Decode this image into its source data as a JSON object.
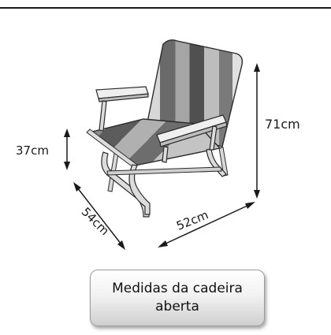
{
  "caption": {
    "text": "Medidas da cadeira aberta"
  },
  "dimensions": {
    "height": "71cm",
    "seat_height": "37cm",
    "depth": "54cm",
    "width": "52cm"
  },
  "colors": {
    "stroke": "#1a1a1a",
    "frame": "#d9d9d9",
    "armrest": "#efefef"
  }
}
